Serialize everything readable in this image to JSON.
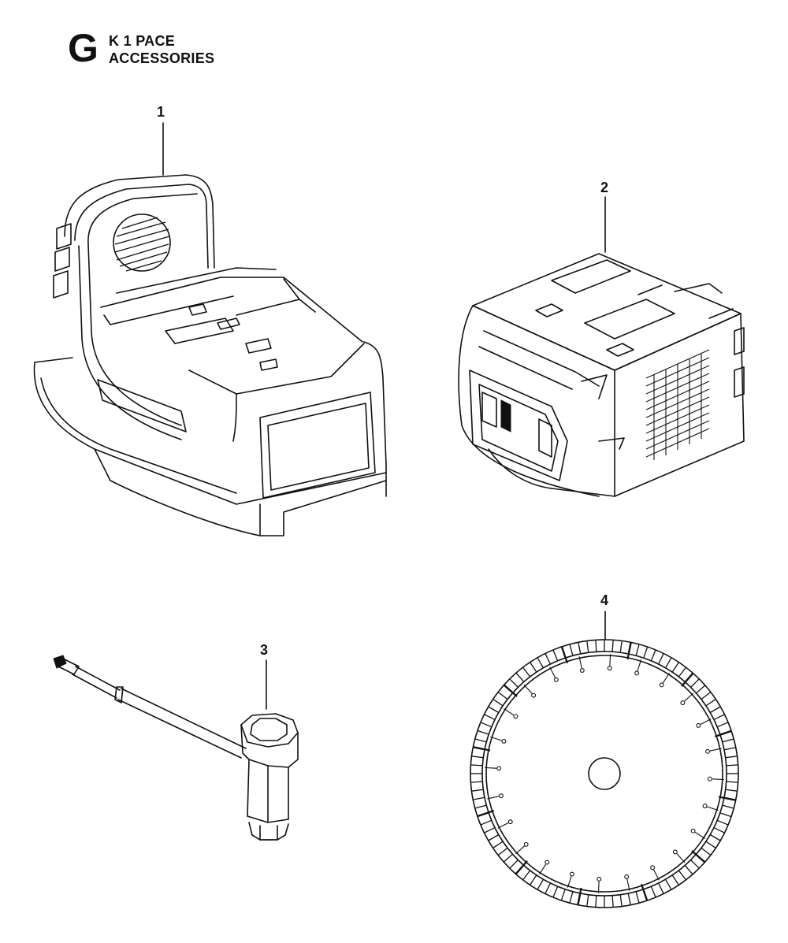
{
  "header": {
    "section_letter": "G",
    "model": "K 1 PACE",
    "title": "ACCESSORIES"
  },
  "callouts": [
    "1",
    "2",
    "3",
    "4"
  ],
  "parts": [
    {
      "callout": "1",
      "icon": "battery-charger-icon"
    },
    {
      "callout": "2",
      "icon": "battery-pack-icon"
    },
    {
      "callout": "3",
      "icon": "combination-wrench-icon"
    },
    {
      "callout": "4",
      "icon": "diamond-blade-icon"
    }
  ],
  "colors": {
    "line": "#111111",
    "background": "#ffffff"
  }
}
